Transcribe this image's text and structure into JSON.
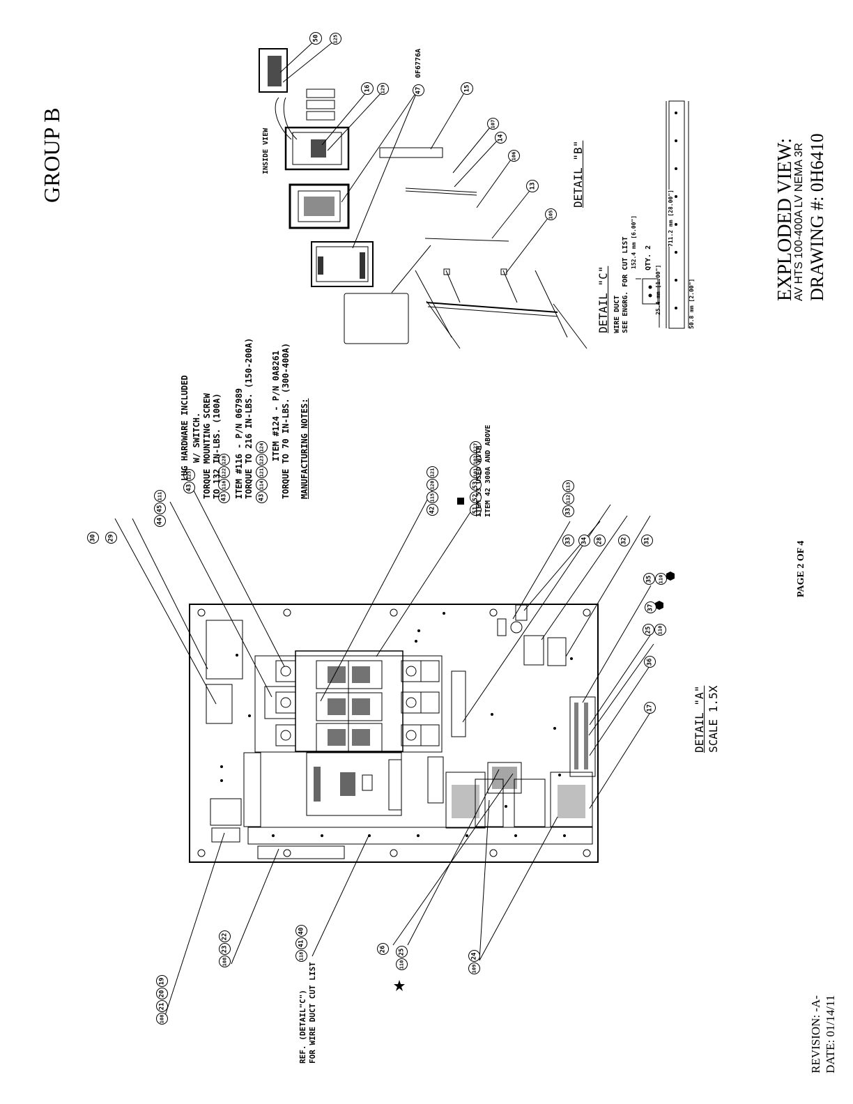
{
  "group_title": "GROUP B",
  "page_label": "PAGE 2 OF 4",
  "title_block": {
    "heading": "EXPLODED VIEW:",
    "subtitle": "AV HTS 100-400A LV NEMA 3R",
    "drawing_label": "DRAWING #: 0H6410"
  },
  "revision": {
    "revision_line": "REVISION: -A-",
    "date_line": "DATE: 01/14/11"
  },
  "manufacturing_notes": {
    "title": "MANUFACTURING NOTES:",
    "note1_line1": "LUG HARDWARE INCLUDED",
    "note1_line2": "W/ SWITCH.",
    "note2_line1": "TORQUE MOUNTING SCREW",
    "note2_line2": "TO 132 IN-LBS. (100A)",
    "note3_line1": "ITEM #116 - P/N 067989",
    "note3_line2": "TORQUE TO 216 IN-LBS. (150-200A)",
    "note4_line1": "ITEM #124 - P/N 0A8261",
    "note4_line2": "TORQUE TO 70 IN-LBS.   (300-400A)",
    "note5_line1": "ITEM 53 USED WITH",
    "note5_line2": "ITEM 42 300A AND ABOVE"
  },
  "detail_a": {
    "title": "DETAIL \"A\"",
    "scale": "SCALE 1.5X"
  },
  "detail_b": {
    "title": "DETAIL \"B\"",
    "inside_view": "INSIDE VIEW",
    "part_no": "0F6776A"
  },
  "detail_c": {
    "title": "DETAIL \"C\"",
    "line1": "WIRE DUCT",
    "line2": "SEE ENGRG. FOR CUT LIST",
    "dim_top": "152.4 mm [6.00\"]",
    "qty": "QTY. 2",
    "dim_width": "25.4 mm [1.00\"]",
    "dim_length": "711.2 mm [28.00\"]",
    "dim_height": "50.8 mm [2.00\"]"
  },
  "ref_note": {
    "line1": "REF. (DETAIL\"C\")",
    "line2": "FOR WIRE DUCT CUT LIST"
  },
  "callouts": {
    "left_19": [
      "108",
      "21",
      "20",
      "19"
    ],
    "left_22": [
      "108",
      "23",
      "22"
    ],
    "left_40": [
      "118",
      "41",
      "40"
    ],
    "left_26": [
      "26"
    ],
    "left_25": [
      "110",
      "25"
    ],
    "left_24": [
      "109",
      "24"
    ],
    "top_30": [
      "30"
    ],
    "top_29": [
      "29"
    ],
    "top_44": [
      "44",
      "45",
      "111"
    ],
    "note1": [
      "43",
      "123"
    ],
    "note2": [
      "43",
      "116",
      "122",
      "128"
    ],
    "note4": [
      "43",
      "114",
      "121",
      "123",
      "124"
    ],
    "top_42": [
      "42",
      "115",
      "120",
      "121"
    ],
    "top_51": [
      "51",
      "52",
      "53",
      "101",
      "102",
      "127"
    ],
    "top_33": [
      "33"
    ],
    "top_33b": [
      "33",
      "112",
      "113"
    ],
    "top_34": [
      "34"
    ],
    "top_28": [
      "28"
    ],
    "top_32": [
      "32"
    ],
    "top_31": [
      "31"
    ],
    "right_35": [
      "35"
    ],
    "right_110a": [
      "110"
    ],
    "right_37": [
      "37"
    ],
    "right_25": [
      "25"
    ],
    "right_110b": [
      "110"
    ],
    "right_36": [
      "36"
    ],
    "right_17": [
      "17"
    ],
    "b_50": [
      "50"
    ],
    "b_125": [
      "125"
    ],
    "b_16": [
      "16"
    ],
    "b_129": [
      "129"
    ],
    "b_47": [
      "47"
    ],
    "b_15": [
      "15"
    ],
    "b_107": [
      "107"
    ],
    "b_14": [
      "14"
    ],
    "b_106": [
      "106"
    ],
    "b_13": [
      "13"
    ],
    "b_105": [
      "105"
    ]
  }
}
